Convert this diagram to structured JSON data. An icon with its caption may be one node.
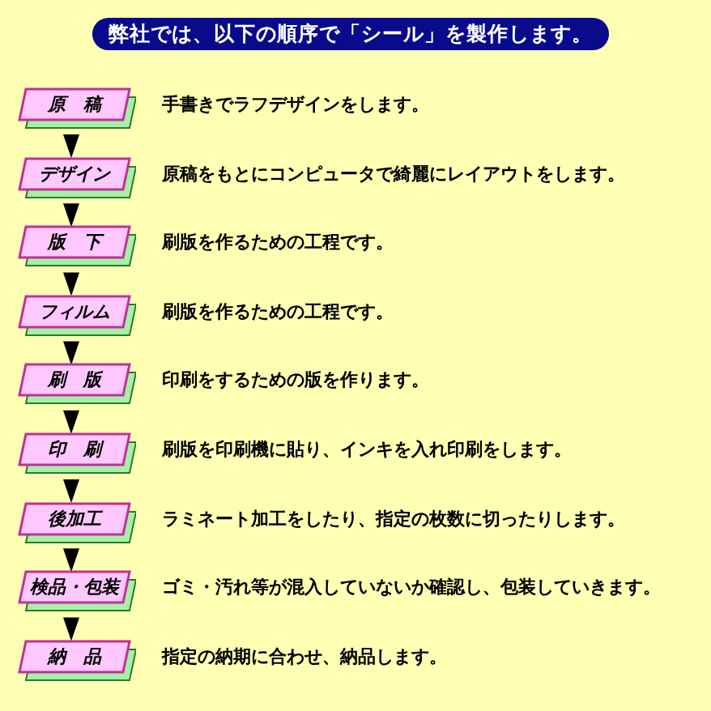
{
  "diagram": {
    "title": "弊社では、以下の順序で「シール」を製作します。",
    "nodes": [
      {
        "text": [
          "原　稿"
        ],
        "beside": [
          "手書きでラフデザインをします。"
        ]
      },
      {
        "text": [
          "デザイン"
        ],
        "beside": [
          "原稿をもとにコンピュータで綺麗にレイアウトをします。"
        ]
      },
      {
        "text": [
          "版　下"
        ],
        "beside": [
          "刷版を作るための工程です。"
        ]
      },
      {
        "text": [
          "フィルム"
        ],
        "beside": [
          "刷版を作るための工程です。"
        ]
      },
      {
        "text": [
          "刷　版"
        ],
        "beside": [
          "印刷をするための版を作ります。"
        ]
      },
      {
        "text": [
          "印　刷"
        ],
        "beside": [
          "刷版を印刷機に貼り、インキを入れ印刷をします。"
        ]
      },
      {
        "text": [
          "後加工"
        ],
        "beside": [
          "ラミネート加工をしたり、指定の枚数に切ったりします。"
        ]
      },
      {
        "text": [
          "検品・包装"
        ],
        "beside": [
          "ゴミ・汚れ等が混入していないか確認し、包装していきます。"
        ]
      },
      {
        "text": [
          "納　品"
        ],
        "beside": [
          "指定の納期に合わせ、納品します。"
        ]
      }
    ],
    "edges": [
      {
        "from": 0,
        "to": 1,
        "arrow": "to"
      },
      {
        "from": 1,
        "to": 2,
        "arrow": "to"
      },
      {
        "from": 2,
        "to": 3,
        "arrow": "to"
      },
      {
        "from": 3,
        "to": 4,
        "arrow": "to"
      },
      {
        "from": 4,
        "to": 5,
        "arrow": "to"
      },
      {
        "from": 5,
        "to": 6,
        "arrow": "to"
      },
      {
        "from": 6,
        "to": 7,
        "arrow": "to"
      },
      {
        "from": 7,
        "to": 8,
        "arrow": "to"
      }
    ]
  }
}
